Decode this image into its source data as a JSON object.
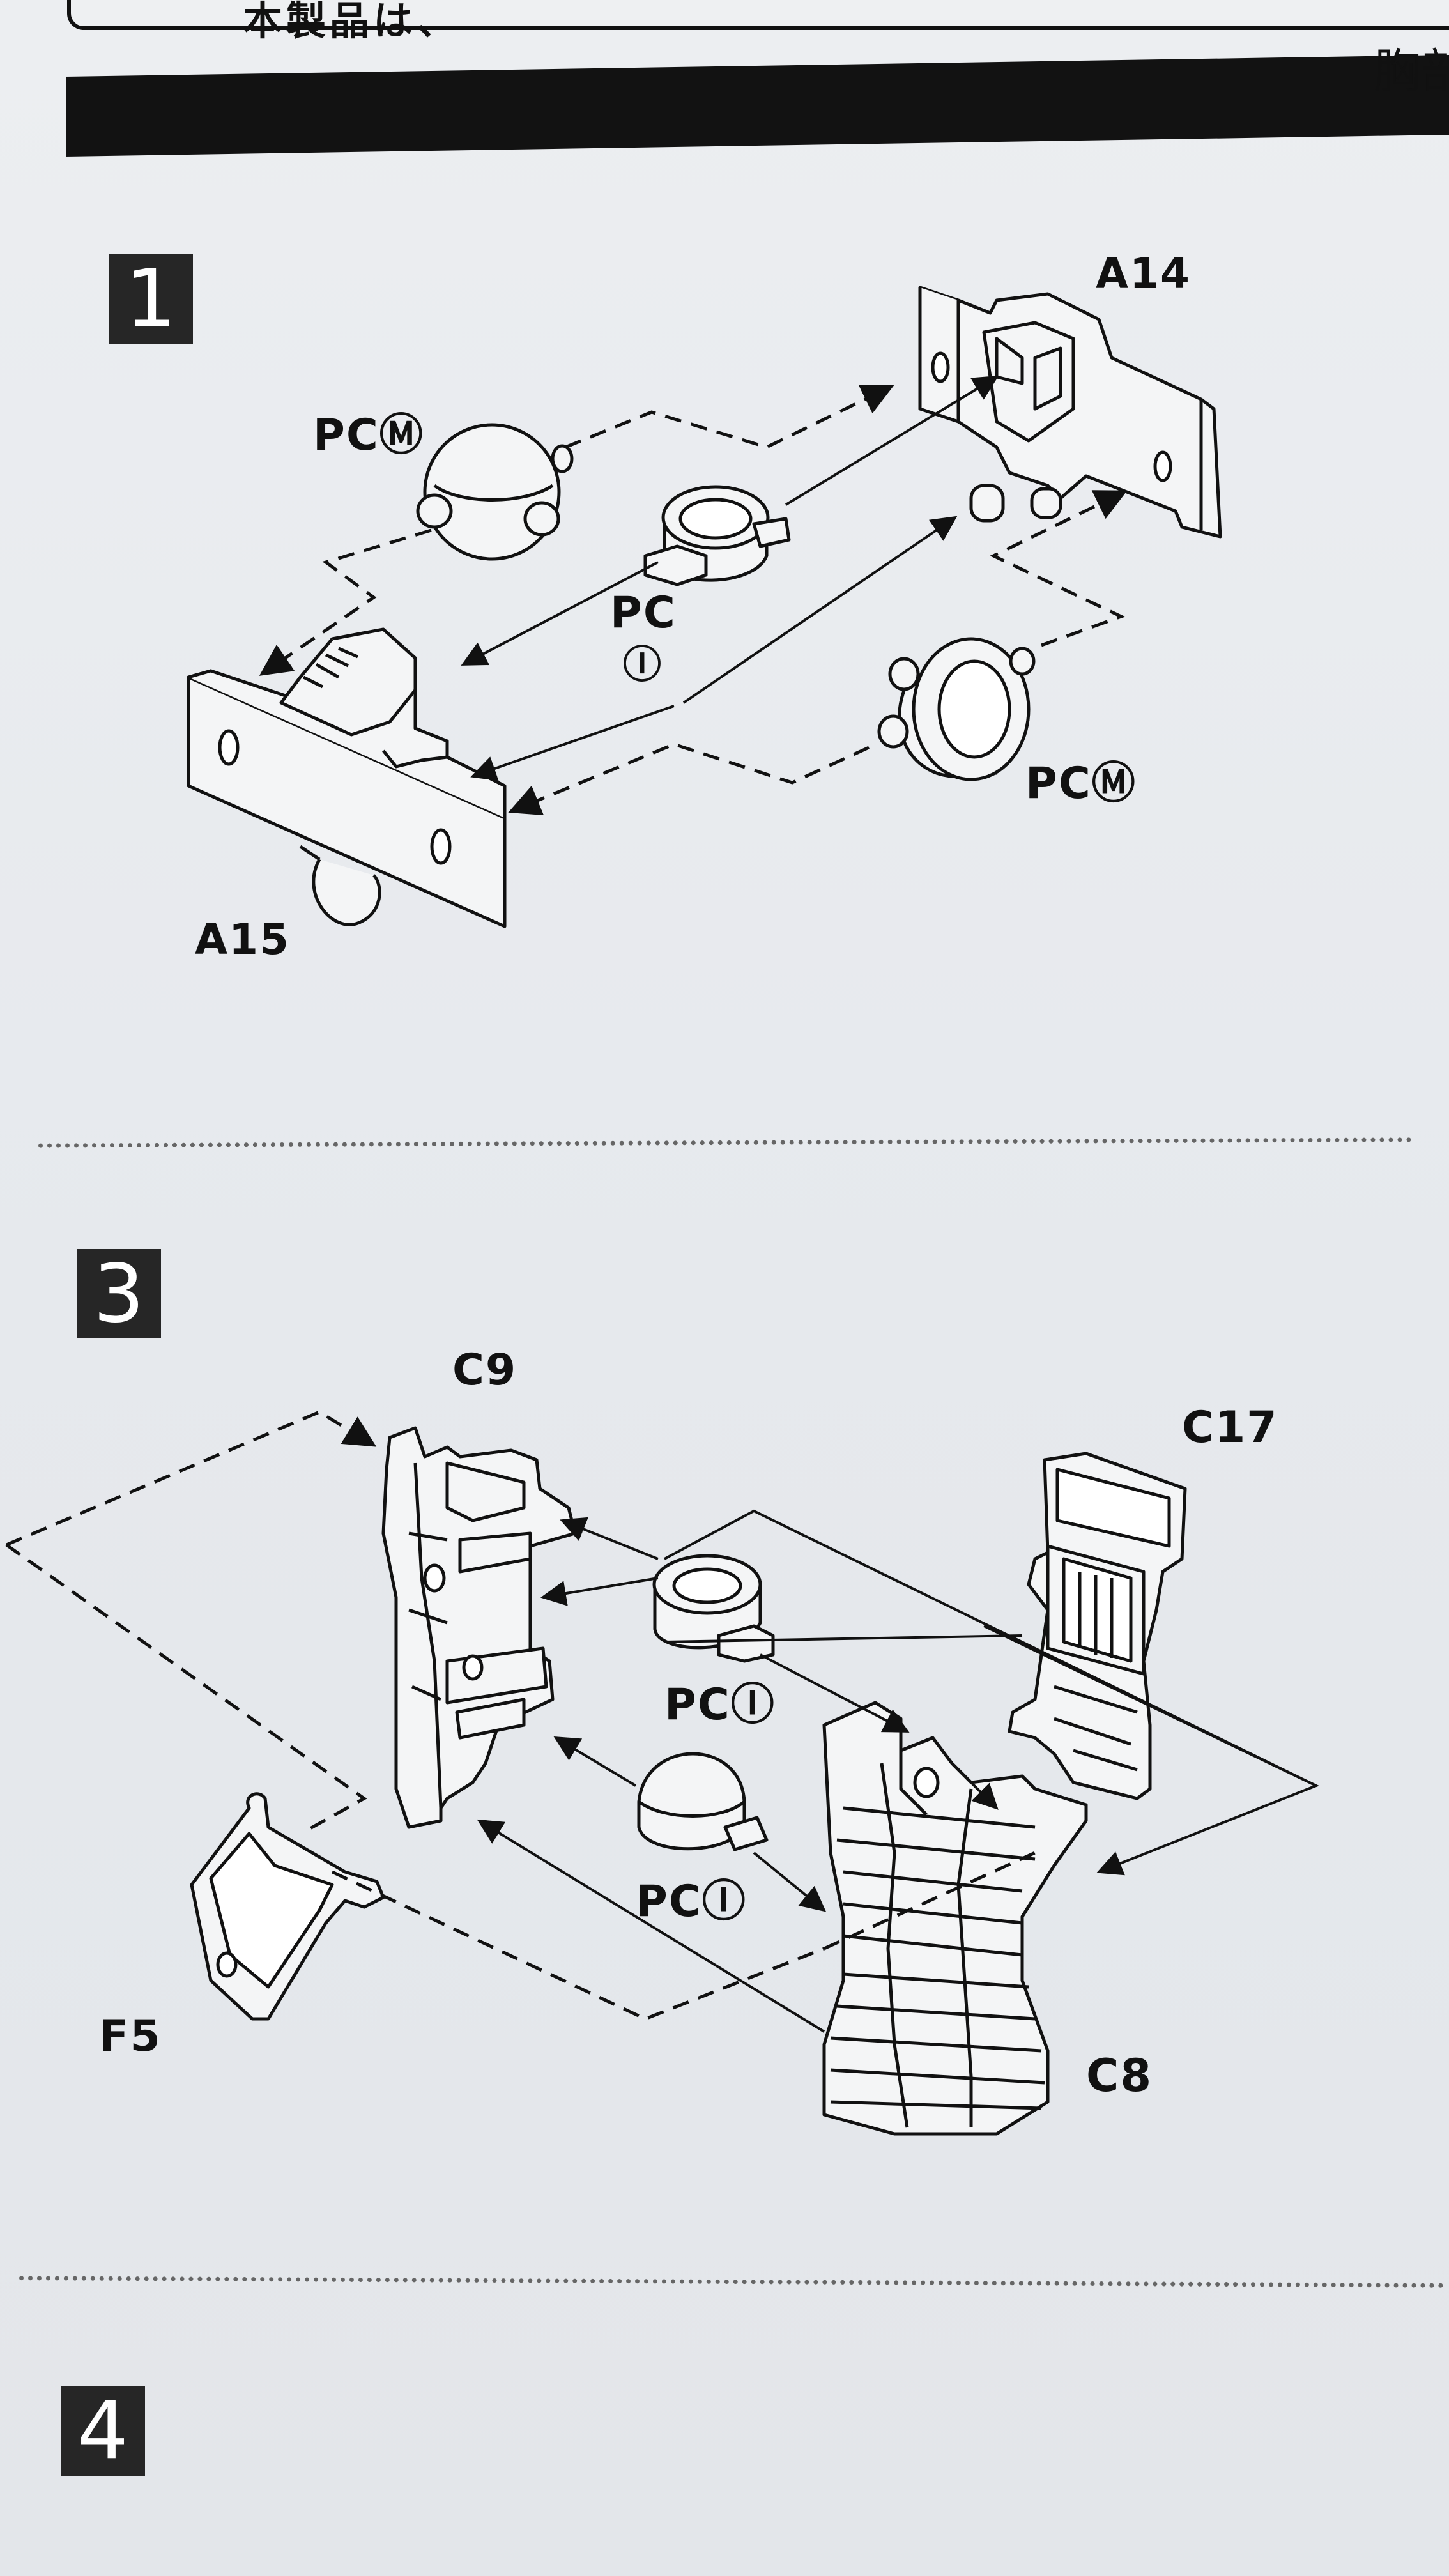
{
  "header": {
    "top_text": "本製品は、",
    "section_title": "胸部"
  },
  "steps": [
    {
      "number": "1"
    },
    {
      "number": "3"
    },
    {
      "number": "4"
    }
  ],
  "step1": {
    "part_a14": "A14",
    "part_a15": "A15",
    "pc_m_top": "PCⓂ",
    "pc_m_right": "PCⓂ",
    "pc_i_line1": "PC",
    "pc_i_line2": "Ⓘ"
  },
  "step3": {
    "part_c9": "C9",
    "part_c17": "C17",
    "part_c8": "C8",
    "part_f5": "F5",
    "pc_i_upper": "PCⒾ",
    "pc_i_lower": "PCⒾ"
  }
}
